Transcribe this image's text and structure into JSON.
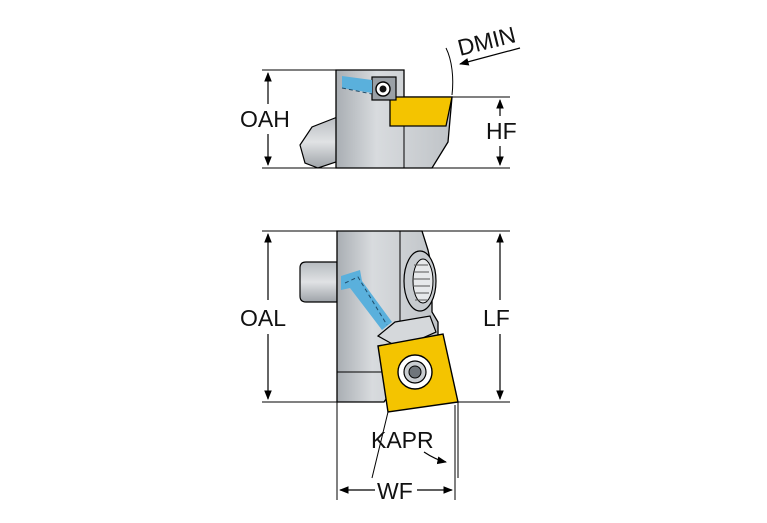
{
  "labels": {
    "dmin": "DMIN",
    "oah": "OAH",
    "hf": "HF",
    "oal": "OAL",
    "lf": "LF",
    "kapr": "KAPR",
    "wf": "WF"
  },
  "colors": {
    "body_light": "#d3d6d9",
    "body_mid": "#b8bcc1",
    "body_dark": "#8d9399",
    "insert_yellow": "#f4c400",
    "coolant_blue": "#5ab0dc",
    "dimension_line": "#000000"
  }
}
